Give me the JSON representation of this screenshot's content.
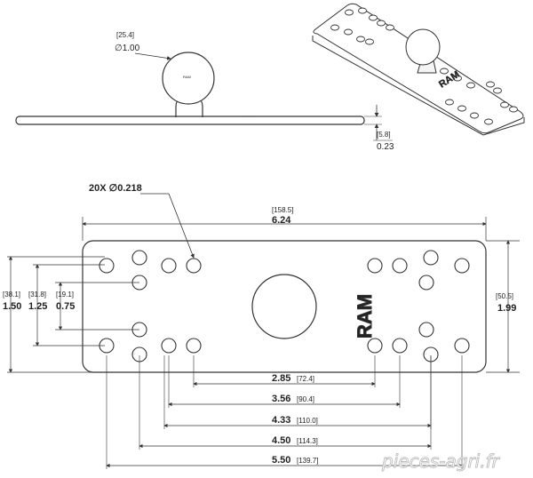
{
  "side_view": {
    "ball_dia_mm": "[25.4]",
    "ball_dia_in": "∅1.00",
    "ball_logo": "RAM",
    "thickness_mm": "[5.8]",
    "thickness_in": "0.23"
  },
  "iso_view": {
    "plate_logo": "RAM"
  },
  "top_view": {
    "holes_callout": "20X ∅0.218",
    "width_mm": "[158.5]",
    "width_in": "6.24",
    "plate_logo": "RAM",
    "left_dims": [
      {
        "mm": "[38.1]",
        "in": "1.50"
      },
      {
        "mm": "[31.8]",
        "in": "1.25"
      },
      {
        "mm": "[19.1]",
        "in": "0.75"
      }
    ],
    "right_dim": {
      "mm": "[50.5]",
      "in": "1.99"
    },
    "bottom_dims": [
      {
        "in": "2.85",
        "mm": "[72.4]"
      },
      {
        "in": "3.56",
        "mm": "[90.4]"
      },
      {
        "in": "4.33",
        "mm": "[110.0]"
      },
      {
        "in": "4.50",
        "mm": "[114.3]"
      },
      {
        "in": "5.50",
        "mm": "[139.7]"
      }
    ]
  },
  "watermark": "pieces-agri.fr",
  "colors": {
    "line": "#333333",
    "watermark": "#d0d0d0"
  }
}
